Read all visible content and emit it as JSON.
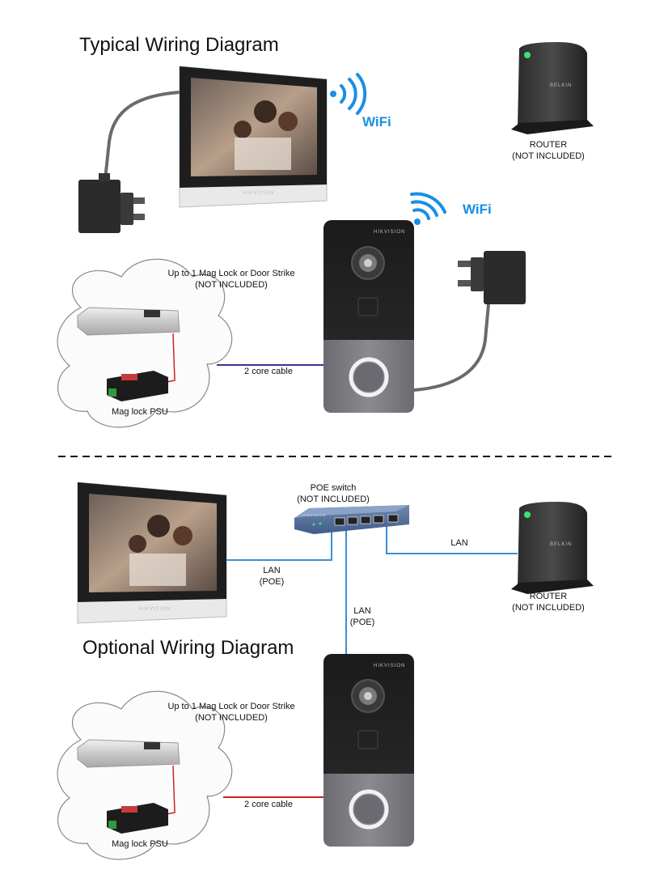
{
  "top": {
    "title": "Typical Wiring Diagram",
    "wifi_monitor": "WiFi",
    "wifi_doorbell": "WiFi",
    "router_label": "ROUTER",
    "router_note": "(NOT INCLUDED)",
    "router_brand": "BELKIN",
    "monitor_brand": "HIKVISION",
    "doorbell_brand": "HIKVISION",
    "lock_label": "Up to 1 Mag Lock or Door Strike",
    "lock_note": "(NOT INCLUDED)",
    "cable_label": "2 core cable",
    "psu_label": "Mag lock PSU"
  },
  "bottom": {
    "title": "Optional Wiring Diagram",
    "switch_label": "POE switch",
    "switch_note": "(NOT INCLUDED)",
    "switch_brand": "HIKVISION",
    "lan_monitor": "LAN",
    "poe_monitor": "(POE)",
    "lan_doorbell": "LAN",
    "poe_doorbell": "(POE)",
    "lan_router": "LAN",
    "router_label": "ROUTER",
    "router_note": "(NOT INCLUDED)",
    "router_brand": "BELKIN",
    "monitor_brand": "HIKVISION",
    "doorbell_brand": "HIKVISION",
    "lock_label": "Up to 1 Mag Lock or Door Strike",
    "lock_note": "(NOT INCLUDED)",
    "cable_label": "2 core cable",
    "psu_label": "Mag lock PSU"
  },
  "colors": {
    "wifi": "#1a8fe3",
    "lan": "#3a8fd6",
    "cable_top": "#4b2a9a",
    "cable_bottom": "#cc2222"
  }
}
